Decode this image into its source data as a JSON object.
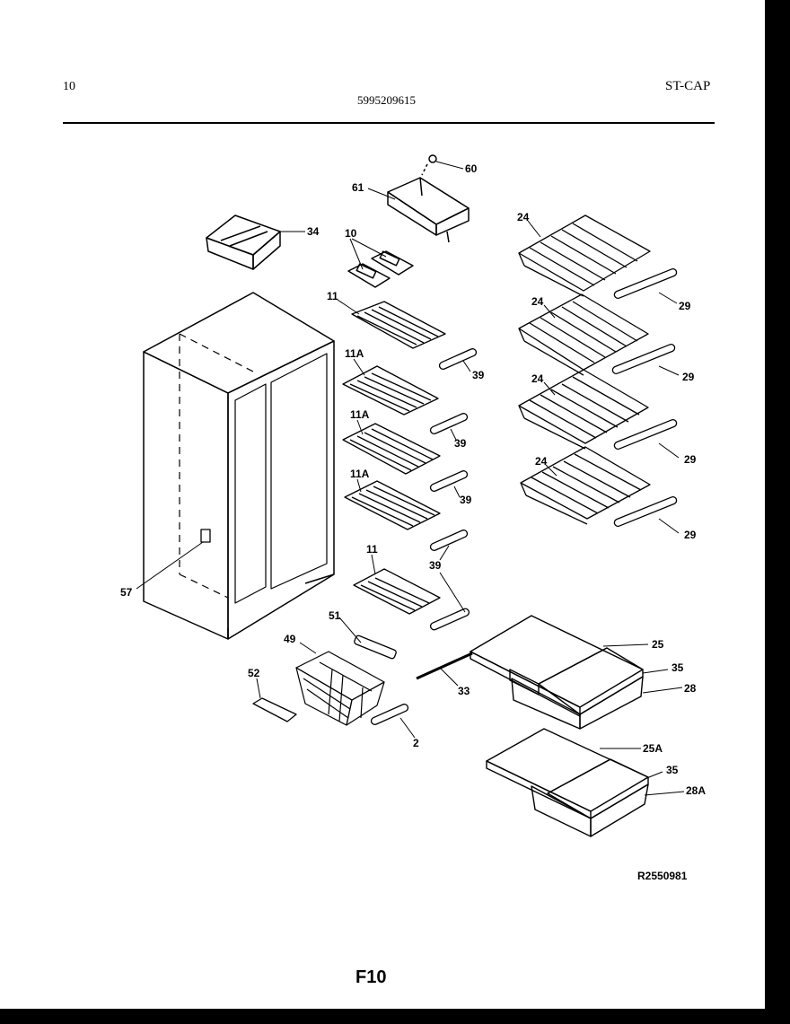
{
  "header": {
    "left_code": "10",
    "part_number": "5995209615",
    "model_code": "ST-CAP"
  },
  "parts": {
    "p60": "60",
    "p61": "61",
    "p34": "34",
    "p10": "10",
    "p11_top": "11",
    "p11a_1": "11A",
    "p11a_2": "11A",
    "p11a_3": "11A",
    "p11_bottom": "11",
    "p39_1": "39",
    "p39_2": "39",
    "p39_3": "39",
    "p39_4": "39",
    "p24_1": "24",
    "p24_2": "24",
    "p24_3": "24",
    "p24_4": "24",
    "p29_1": "29",
    "p29_2": "29",
    "p29_3": "29",
    "p29_4": "29",
    "p57": "57",
    "p51": "51",
    "p49": "49",
    "p52": "52",
    "p2": "2",
    "p33": "33",
    "p25": "25",
    "p35_1": "35",
    "p28": "28",
    "p25a": "25A",
    "p35_2": "35",
    "p28a": "28A"
  },
  "footer": {
    "drawing_code": "R2550981",
    "figure_label": "F10"
  }
}
